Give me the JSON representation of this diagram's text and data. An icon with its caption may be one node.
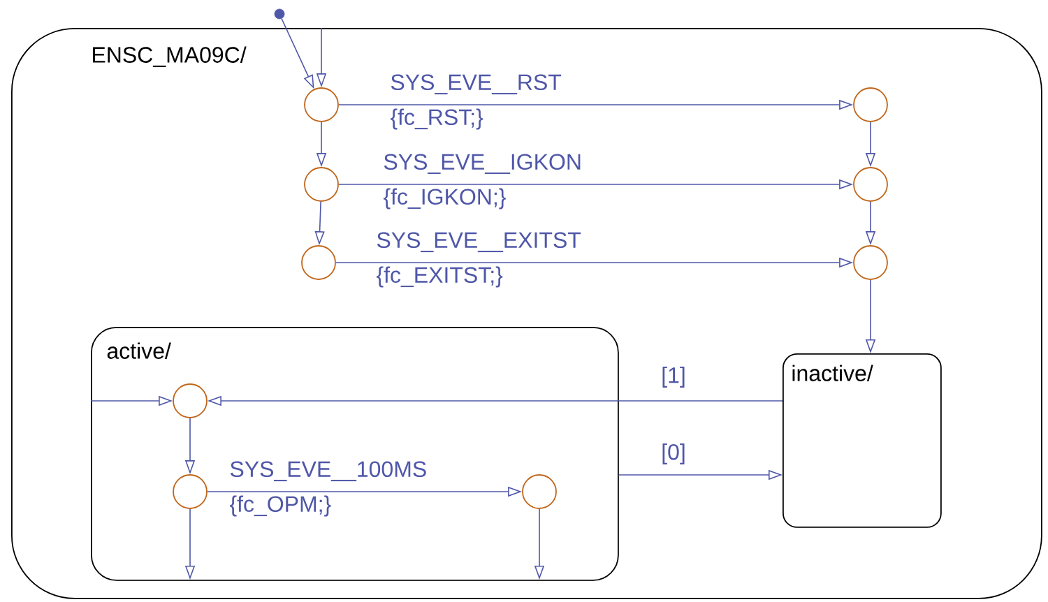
{
  "diagram": {
    "nodes": [
      {
        "text": [
          "ENSC_MA09C/"
        ]
      },
      {
        "text": [],
        "shape": "circle",
        "in": 0
      },
      {
        "text": [],
        "shape": "circle",
        "in": 0
      },
      {
        "text": [],
        "shape": "circle",
        "in": 0
      },
      {
        "text": [],
        "shape": "circle",
        "in": 0
      },
      {
        "text": [],
        "shape": "circle",
        "in": 0
      },
      {
        "text": [],
        "shape": "circle",
        "in": 0
      },
      {
        "text": [
          "active/"
        ],
        "in": 0
      },
      {
        "text": [],
        "shape": "circle",
        "in": 7
      },
      {
        "text": [],
        "shape": "circle",
        "in": 7
      },
      {
        "text": [],
        "shape": "circle",
        "in": 7
      },
      {
        "text": [
          "inactive/"
        ],
        "in": 0
      },
      {
        "text": [],
        "shape": "circle"
      }
    ],
    "edges": [
      {
        "from": 12,
        "to": 1,
        "arrow": "to"
      },
      {
        "from": null,
        "to": 1,
        "arrow": "to"
      },
      {
        "from": 1,
        "to": 2,
        "arrow": "to",
        "label": "SYS_EVE__RST {fc_RST;}"
      },
      {
        "from": 1,
        "to": 3,
        "arrow": "to"
      },
      {
        "from": 3,
        "to": 5,
        "arrow": "to"
      },
      {
        "from": 3,
        "to": 4,
        "arrow": "to",
        "label": "SYS_EVE__IGKON {fc_IGKON;}"
      },
      {
        "from": 5,
        "to": 6,
        "arrow": "to",
        "label": "SYS_EVE__EXITST {fc_EXITST;}"
      },
      {
        "from": 2,
        "to": 4,
        "arrow": "to"
      },
      {
        "from": 4,
        "to": 6,
        "arrow": "to"
      },
      {
        "from": 6,
        "to": 11,
        "arrow": "to"
      },
      {
        "from": 11,
        "to": 8,
        "arrow": "to",
        "label": "[1]"
      },
      {
        "from": null,
        "to": 8,
        "arrow": "to"
      },
      {
        "from": 8,
        "to": 9,
        "arrow": "to"
      },
      {
        "from": 9,
        "to": 10,
        "arrow": "to",
        "label": "SYS_EVE__100MS {fc_OPM;}"
      },
      {
        "from": 9,
        "to": null,
        "arrow": "to"
      },
      {
        "from": 10,
        "to": null,
        "arrow": "to"
      },
      {
        "from": 7,
        "to": 11,
        "arrow": "to",
        "label": "[0]"
      }
    ]
  }
}
